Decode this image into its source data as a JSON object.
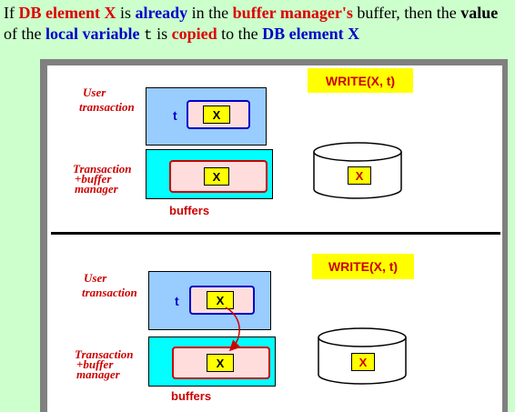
{
  "caption": {
    "p1": "If ",
    "p2": "DB element X",
    "p3": " is ",
    "p4": "already",
    "p5": " in the ",
    "p6": "buffer manager's",
    "p7": " buffer, then the ",
    "p8": "value",
    "p9": " of the ",
    "p10": "local variable",
    "p11": "t",
    "p12": " is ",
    "p13": "copied",
    "p14": " to the ",
    "p15": "DB element X"
  },
  "diagram_top": {
    "write_label": "WRITE(X, t)",
    "user_label_1": "User",
    "user_label_2": "transaction",
    "tm_label_1": "Transaction",
    "tm_label_2": "+buffer",
    "tm_label_3": "manager",
    "t_label": "t",
    "x_user": "X",
    "x_buffer": "X",
    "x_disk": "X",
    "buffers_label": "buffers"
  },
  "diagram_bottom": {
    "write_label": "WRITE(X, t)",
    "user_label_1": "User",
    "user_label_2": "transaction",
    "tm_label_1": "Transaction",
    "tm_label_2": "+buffer",
    "tm_label_3": "manager",
    "t_label": "t",
    "x_user": "X",
    "x_buffer": "X",
    "x_disk": "X",
    "buffers_label": "buffers"
  },
  "colors": {
    "background": "#ccffcc",
    "accent_red": "#dd0000",
    "accent_blue": "#0000cc",
    "user_block": "#99ccff",
    "tm_block": "#00ffff",
    "element_box": "#ffff00"
  }
}
